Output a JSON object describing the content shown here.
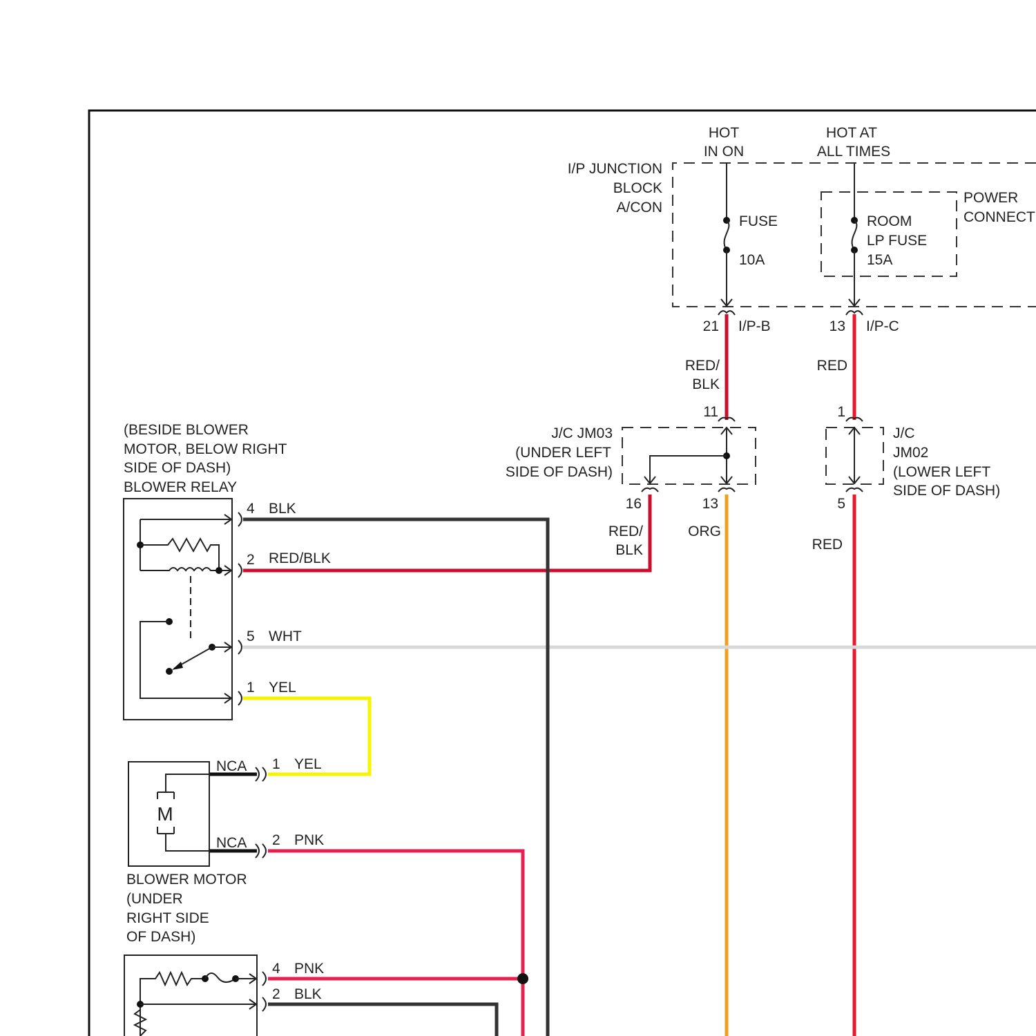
{
  "colors": {
    "BLK": "#333333",
    "RED": "#e8192c",
    "RED_BLK": "#c8102e",
    "ORG": "#f0a020",
    "YEL": "#f5f500",
    "WHT": "#d8d8d8",
    "PNK": "#e8204f",
    "NCA": "#111111"
  },
  "power": {
    "hot_in_on": [
      "HOT",
      "IN ON"
    ],
    "hot_at_all_times": [
      "HOT AT",
      "ALL TIMES"
    ]
  },
  "junction_block": {
    "label": [
      "I/P JUNCTION",
      "BLOCK",
      "A/CON"
    ],
    "fuse_label": "FUSE",
    "fuse_rating": "10A",
    "room_fuse": [
      "ROOM",
      "LP FUSE",
      "15A"
    ],
    "power_connector": [
      "POWER",
      "CONNECT"
    ]
  },
  "connectors": {
    "ipb_pin": "21",
    "ipb_name": "I/P-B",
    "ipc_pin": "13",
    "ipc_name": "I/P-C"
  },
  "wires": {
    "red_blk_top": [
      "RED/",
      "BLK"
    ],
    "red_top": "RED",
    "red_blk_left": [
      "RED/",
      "BLK"
    ],
    "org": "ORG",
    "red_right": "RED"
  },
  "jm03": {
    "label": [
      "J/C JM03",
      "(UNDER LEFT",
      "SIDE OF DASH)"
    ],
    "pin_in": "11",
    "pin_out_left": "16",
    "pin_out_right": "13"
  },
  "jm02": {
    "label": [
      "J/C",
      "JM02",
      "(LOWER LEFT",
      "SIDE OF DASH)"
    ],
    "pin_in": "1",
    "pin_out": "5"
  },
  "blower_relay": {
    "label": [
      "(BESIDE BLOWER",
      "MOTOR, BELOW RIGHT",
      "SIDE OF DASH)",
      "BLOWER RELAY"
    ],
    "pins": [
      {
        "pin": "4",
        "color": "BLK"
      },
      {
        "pin": "2",
        "color": "RED/BLK"
      },
      {
        "pin": "5",
        "color": "WHT"
      },
      {
        "pin": "1",
        "color": "YEL"
      }
    ]
  },
  "blower_motor": {
    "symbol": "M",
    "label": [
      "BLOWER MOTOR",
      "(UNDER",
      "RIGHT SIDE",
      "OF DASH)"
    ],
    "pins": [
      {
        "pin": "1",
        "color": "YEL",
        "nca": "NCA"
      },
      {
        "pin": "2",
        "color": "PNK",
        "nca": "NCA"
      }
    ]
  },
  "resistor_block": {
    "pins": [
      {
        "pin": "4",
        "color": "PNK"
      },
      {
        "pin": "2",
        "color": "BLK"
      }
    ]
  }
}
